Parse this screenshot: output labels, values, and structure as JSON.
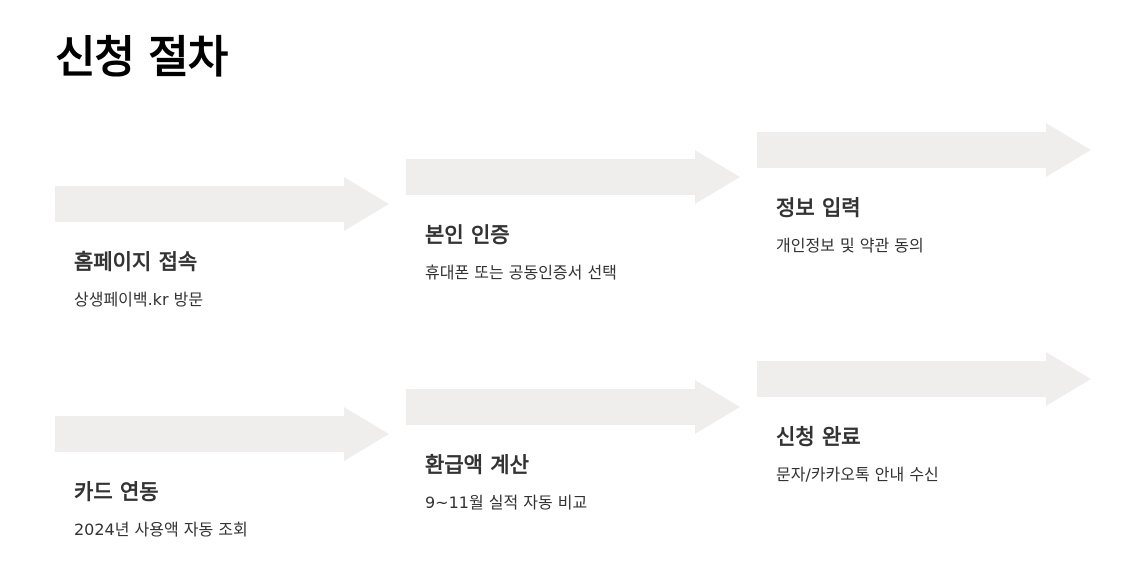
{
  "title": "신청 절차",
  "steps": [
    {
      "title": "홈페이지 접속",
      "desc": "상생페이백.kr 방문"
    },
    {
      "title": "본인 인증",
      "desc": "휴대폰 또는 공동인증서 선택"
    },
    {
      "title": "정보 입력",
      "desc": "개인정보 및 약관 동의"
    },
    {
      "title": "카드 연동",
      "desc": "2024년 사용액 자동 조회"
    },
    {
      "title": "환급액 계산",
      "desc": "9~11월 실적 자동 비교"
    },
    {
      "title": "신청 완료",
      "desc": "문자/카카오톡 안내 수신"
    }
  ],
  "colors": {
    "arrow": "#f0eeed",
    "title_text": "#000000",
    "body_text": "#333333"
  }
}
